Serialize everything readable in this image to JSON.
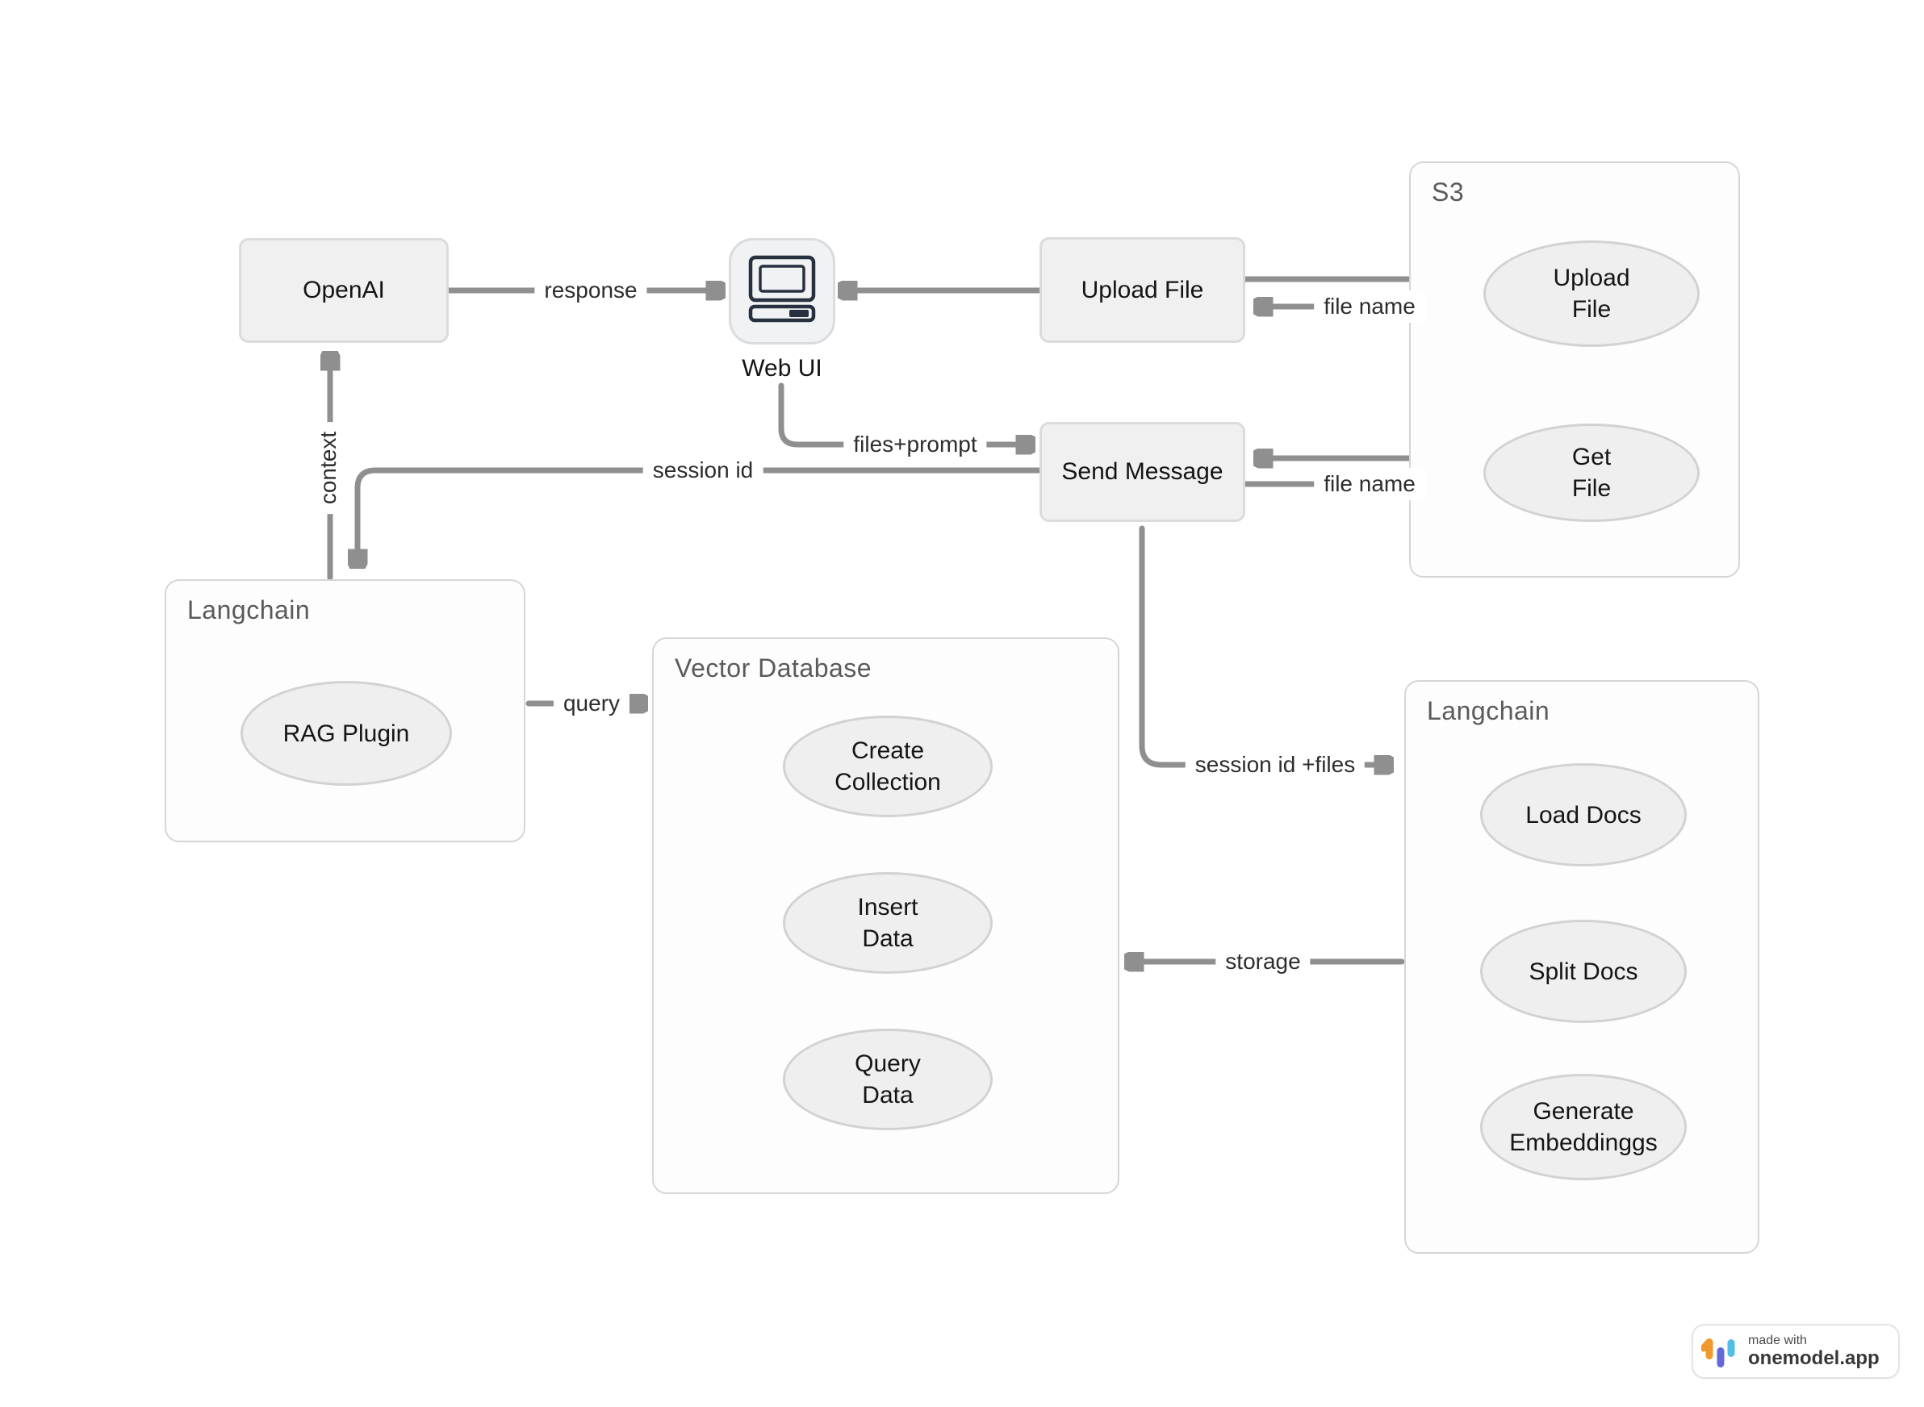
{
  "nodes": {
    "openai": {
      "label": "OpenAI"
    },
    "web_ui": {
      "label": "Web UI"
    },
    "upload_file": {
      "label": "Upload File"
    },
    "send_message": {
      "label": "Send Message"
    }
  },
  "containers": {
    "s3": {
      "title": "S3",
      "upload_file": "Upload\nFile",
      "get_file": "Get\nFile"
    },
    "langchain_left": {
      "title": "Langchain",
      "rag_plugin": "RAG Plugin"
    },
    "vector_database": {
      "title": "Vector Database",
      "create_collection": "Create\nCollection",
      "insert_data": "Insert\nData",
      "query_data": "Query\nData"
    },
    "langchain_right": {
      "title": "Langchain",
      "load_docs": "Load Docs",
      "split_docs": "Split Docs",
      "generate_embeddings": "Generate\nEmbeddinggs"
    }
  },
  "edges": {
    "response": "response",
    "file_name_upload": "file name",
    "files_prompt": "files+prompt",
    "session_id": "session id",
    "context": "context",
    "query": "query",
    "file_name_get": "file name",
    "session_id_files": "session id +files",
    "storage": "storage"
  },
  "badge": {
    "made_with": "made with",
    "brand": "onemodel.app"
  },
  "colors": {
    "arrow": "#8F8F8F",
    "node_fill": "#F0F0F0",
    "node_border": "#DBDBDB",
    "container_border": "#D6D6D6",
    "ellipse_fill": "#EFEFEF",
    "computer_icon": "#27303F",
    "logo_orange": "#F0992D",
    "logo_indigo": "#6668D5",
    "logo_blue": "#54BEE4"
  }
}
